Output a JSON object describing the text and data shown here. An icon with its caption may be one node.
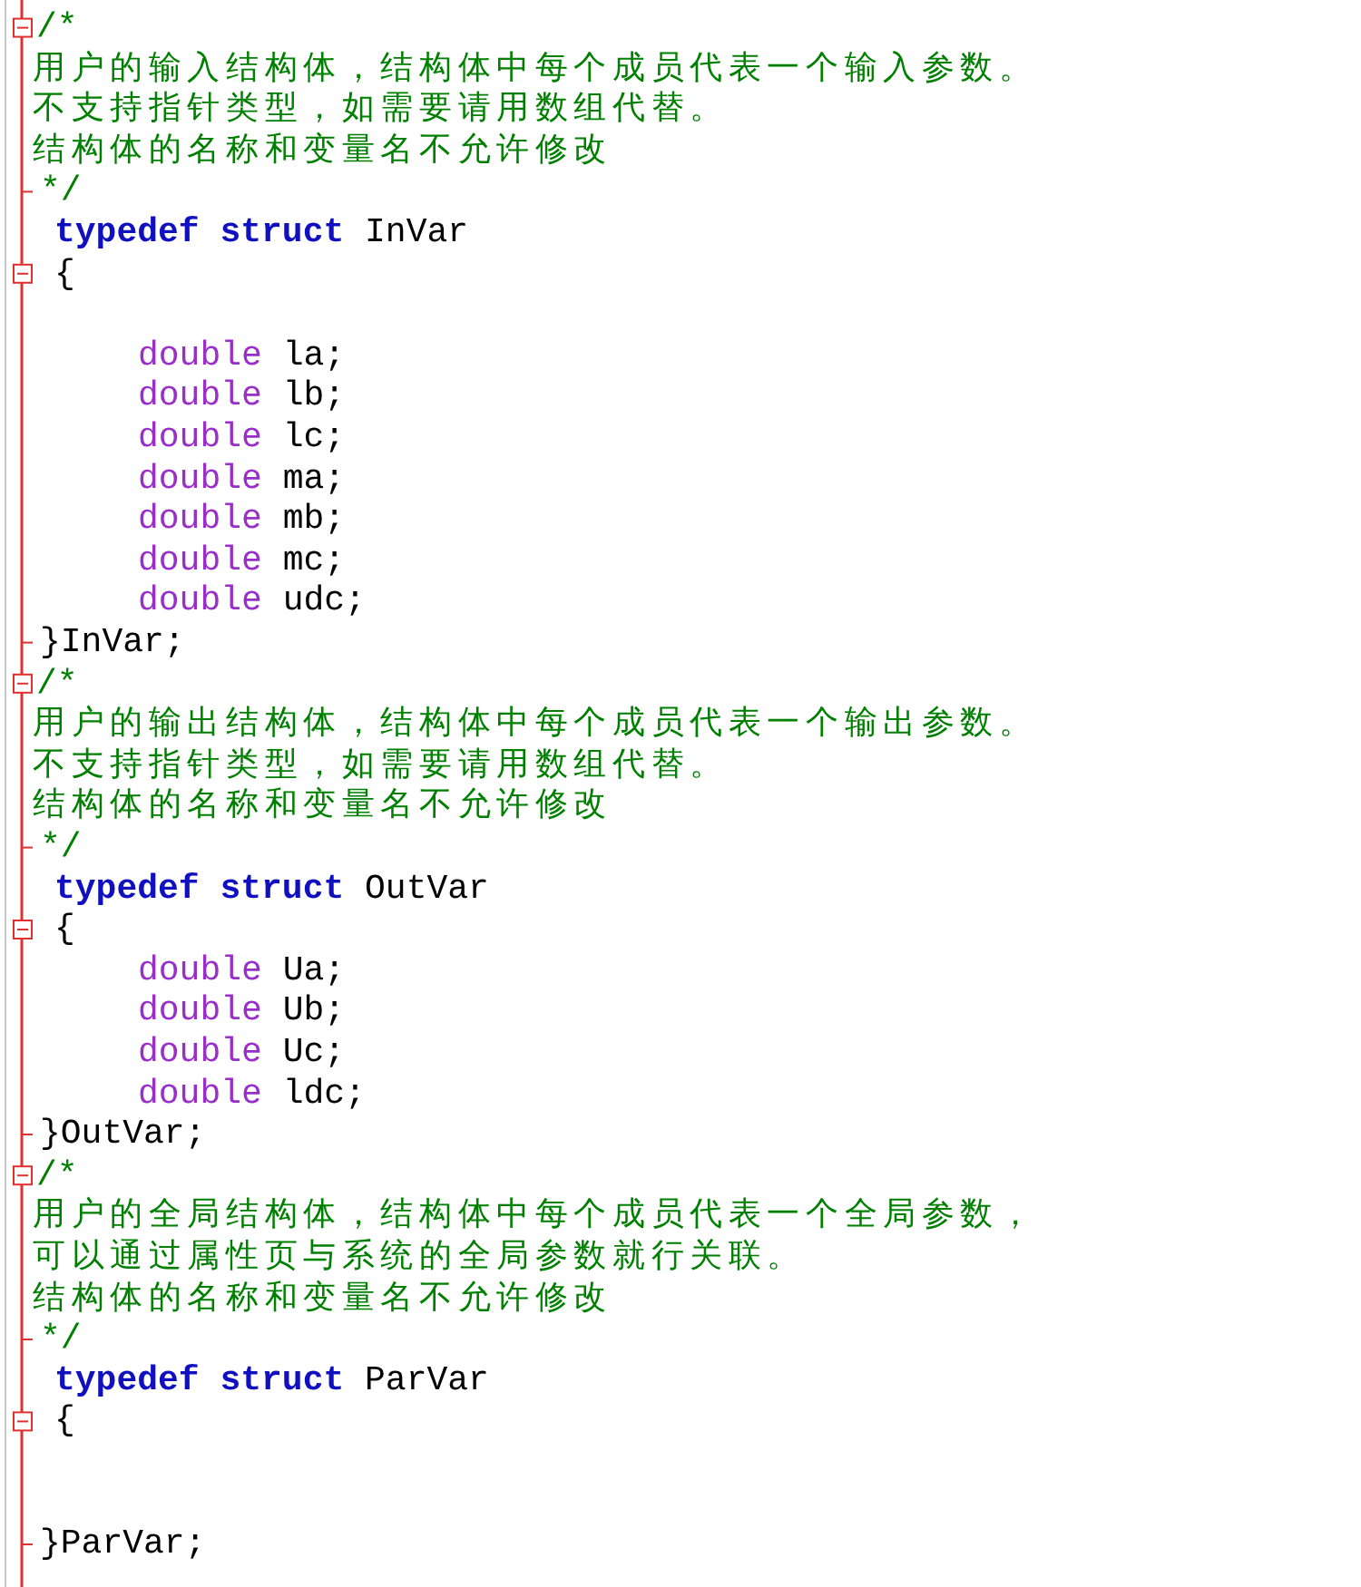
{
  "diagram": {
    "labels": [
      "/*",
      "用户的输入结构体，结构体中每个成员代表一个输入参数。",
      "不支持指针类型，如需要请用数组代替。",
      "结构体的名称和变量名不允许修改",
      "*/",
      "typedef struct InVar",
      "{",
      "double la;",
      "double lb;",
      "double lc;",
      "double ma;",
      "double mb;",
      "double mc;",
      "double udc;",
      "}InVar;",
      "/*",
      "用户的输出结构体，结构体中每个成员代表一个输出参数。",
      "不支持指针类型，如需要请用数组代替。",
      "结构体的名称和变量名不允许修改",
      "*/",
      "typedef struct OutVar",
      "{",
      "double Ua;",
      "double Ub;",
      "double Uc;",
      "double ldc;",
      "}OutVar;",
      "/*",
      "用户的全局结构体，结构体中每个成员代表一个全局参数，",
      "可以通过属性页与系统的全局参数就行关联。",
      "结构体的名称和变量名不允许修改",
      "*/",
      "typedef struct ParVar",
      "{",
      "}ParVar;"
    ]
  }
}
